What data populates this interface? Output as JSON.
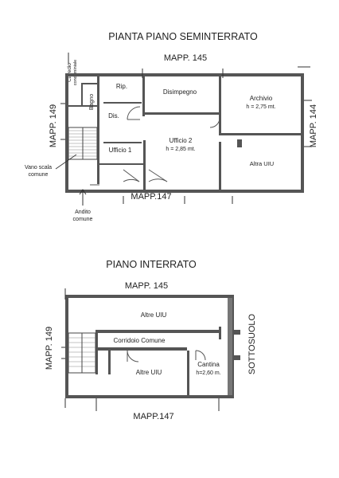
{
  "top_plan": {
    "title": "PIANTA PIANO SEMINTERRATO",
    "mapp_top": "MAPP. 145",
    "mapp_left": "MAPP. 149",
    "mapp_right": "MAPP. 144",
    "mapp_bottom": "MAPP.147",
    "cavedio": "Cavedio",
    "cavedio_sub": "condominiale",
    "rooms": {
      "rip": "Rip.",
      "bagno": "Bagno",
      "dis": "Dis.",
      "disimpegno": "Disimpegno",
      "archivio": "Archivio",
      "archivio_h": "h = 2,75 mt.",
      "ufficio1": "Ufficio 1",
      "ufficio2": "Ufficio 2",
      "ufficio2_h": "h = 2,85 mt.",
      "altra_uiu": "Altra UIU",
      "vano_scala_1": "Vano scala",
      "vano_scala_2": "comune",
      "andito_1": "Andito",
      "andito_2": "comune"
    }
  },
  "bottom_plan": {
    "title": "PIANO INTERRATO",
    "mapp_top": "MAPP. 145",
    "mapp_left": "MAPP. 149",
    "mapp_right": "SOTTOSUOLO",
    "mapp_bottom": "MAPP.147",
    "rooms": {
      "altre_uiu_top": "Altre UIU",
      "corridoio": "Corridoio Comune",
      "altre_uiu_bottom": "Altre UIU",
      "cantina": "Cantina",
      "cantina_h": "h=2,60 m."
    }
  }
}
